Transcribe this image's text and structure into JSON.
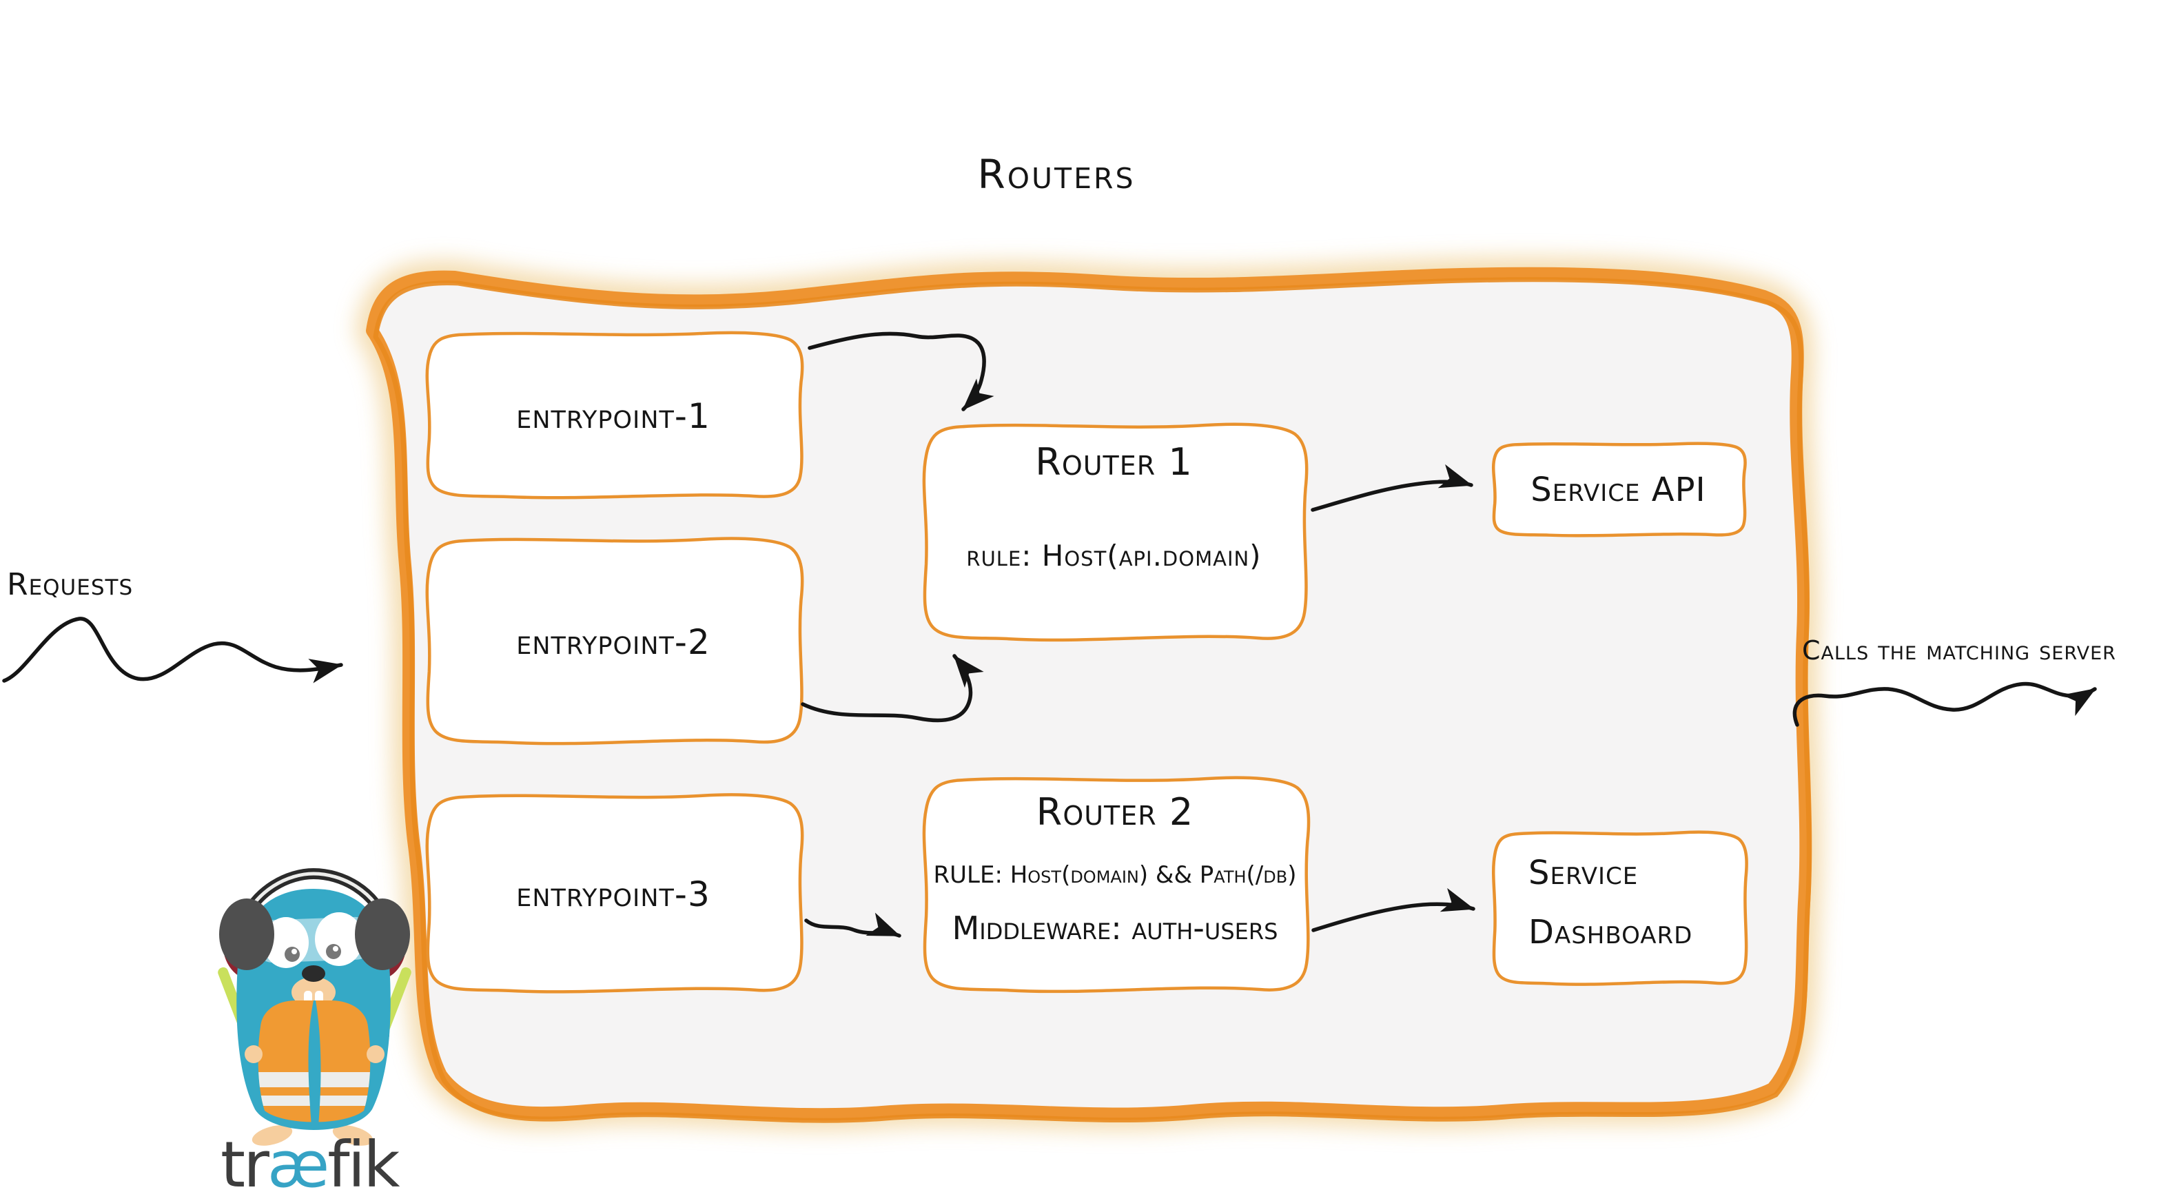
{
  "title": "Routers",
  "annotations": {
    "requests": "Requests",
    "calls": "Calls the matching server"
  },
  "entrypoints": [
    {
      "label": "entrypoint-1"
    },
    {
      "label": "entrypoint-2"
    },
    {
      "label": "entrypoint-3"
    }
  ],
  "routers": [
    {
      "name": "Router 1",
      "rule": "rule: Host(api.domain)"
    },
    {
      "name": "Router 2",
      "rule": "RULE: Host(domain) && Path(/db)",
      "middleware": "Middleware: auth-users"
    }
  ],
  "services": [
    {
      "label": "Service API"
    },
    {
      "lines": [
        "Service",
        "Dashboard"
      ]
    }
  ],
  "logo": {
    "pre": "tr",
    "ae": "æ",
    "post": "fik"
  },
  "colors": {
    "accent": "#EE9431",
    "accent2": "#E8891F",
    "box_stroke": "#E9922E",
    "box_fill": "#FFFFFF",
    "panel_fill": "#F5F4F4",
    "glow": "#F2D6A0",
    "ink": "#151515",
    "gopher_blue": "#35A9C6",
    "vest_orange": "#F09A33",
    "vest_stripe": "#EDEDEB",
    "baton_green": "#C9E05C",
    "gopher_beige": "#F6CE9E",
    "gopher_dark": "#2B2B2B",
    "earmuff_red": "#8E2430",
    "earmuff_gray": "#4F4F4F",
    "pupil_gray": "#777777",
    "logo_teal": "#36A3C5",
    "logo_dark": "#3D3D3D"
  }
}
